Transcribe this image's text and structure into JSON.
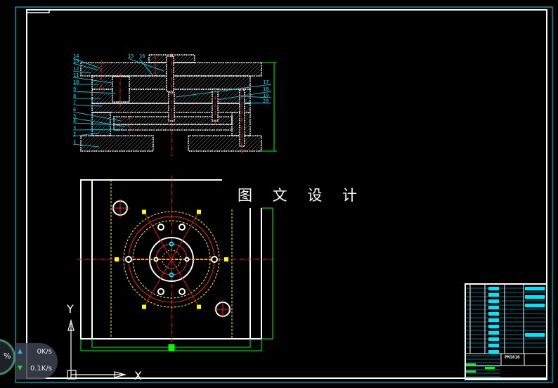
{
  "drawing": {
    "watermark": "图 文 设 计",
    "part_labels_left": [
      "14",
      "13",
      "12",
      "11",
      "10",
      "9",
      "8",
      "7",
      "6",
      "5",
      "4",
      "3",
      "2",
      "1"
    ],
    "part_labels_top": [
      "15",
      "16"
    ],
    "part_labels_right": [
      "17",
      "18",
      "19",
      "20"
    ],
    "title_block_code": "PM1010",
    "ucs_x": "X",
    "ucs_y": "Y"
  },
  "net_widget": {
    "gauge_text": "%",
    "upload": "0K/s",
    "download": "0.1K/s",
    "upload_icon": "arrow-up-icon",
    "download_icon": "arrow-down-icon"
  },
  "colors": {
    "frame": "#00e5ff",
    "outline": "#ffffff",
    "center": "#ff2020",
    "hidden": "#ffff00",
    "dim": "#00ff00"
  }
}
